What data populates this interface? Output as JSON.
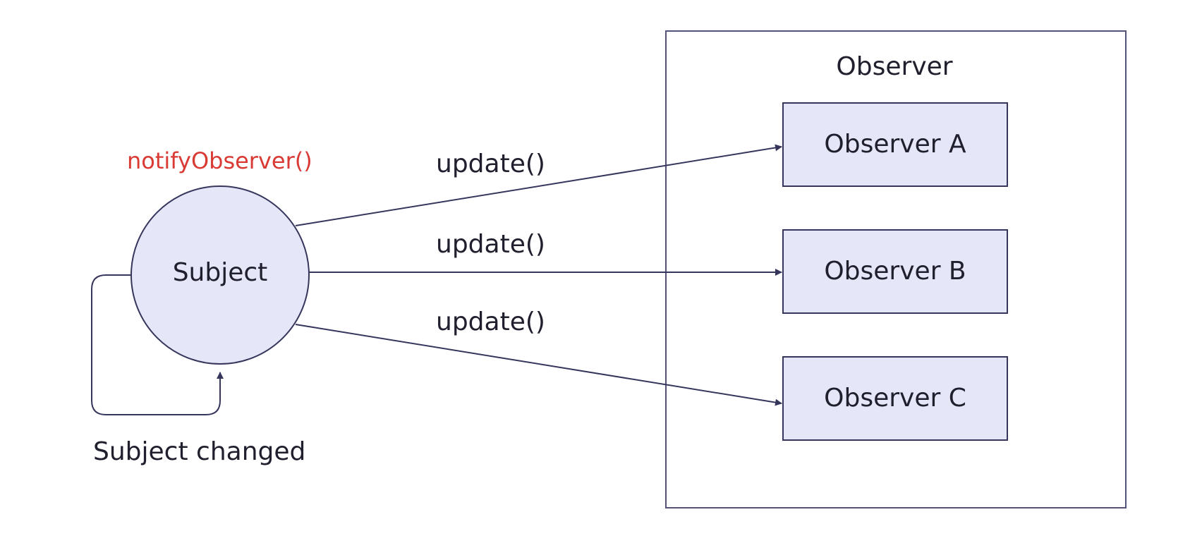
{
  "colors": {
    "stroke": "#36365c",
    "node_fill": "#e6e6f9",
    "container_stroke": "#52527a",
    "label_text": "#1f1f2e",
    "accent_red": "#d93a34"
  },
  "subject": {
    "label": "Subject",
    "method_label": "notifyObserver()",
    "self_loop_label": "Subject changed"
  },
  "observer_group": {
    "title": "Observer",
    "observers": [
      {
        "label": "Observer A"
      },
      {
        "label": "Observer B"
      },
      {
        "label": "Observer C"
      }
    ]
  },
  "edges": [
    {
      "label": "update()",
      "target": "Observer A"
    },
    {
      "label": "update()",
      "target": "Observer B"
    },
    {
      "label": "update()",
      "target": "Observer C"
    }
  ]
}
